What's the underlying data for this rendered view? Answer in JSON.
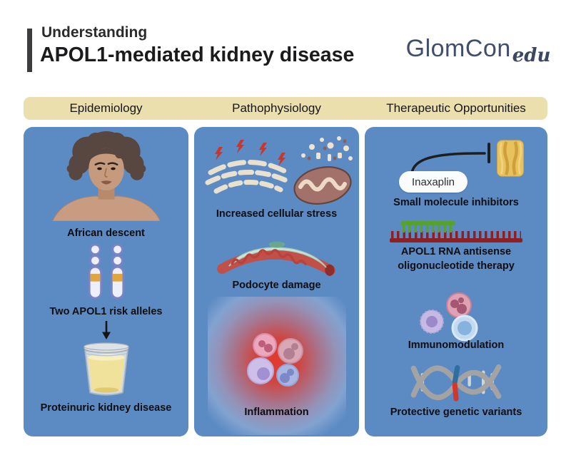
{
  "header": {
    "kicker": "Understanding",
    "title": "APOL1-mediated kidney disease",
    "logo": {
      "brand": "GlomCon",
      "suffix": "edu"
    }
  },
  "columns": [
    {
      "label": "Epidemiology",
      "items": [
        {
          "icon": "woman-portrait",
          "label": "African descent"
        },
        {
          "icon": "chromosome-pair",
          "label": "Two APOL1 risk alleles"
        },
        {
          "icon": "down-arrow",
          "label": ""
        },
        {
          "icon": "urine-sample-cup",
          "label": "Proteinuric kidney disease"
        }
      ]
    },
    {
      "label": "Pathophysiology",
      "items": [
        {
          "icon": "er-stress-and-bursting-mitochondrion",
          "label": "Increased cellular stress"
        },
        {
          "icon": "podocyte-on-capillary",
          "label": "Podocyte damage"
        },
        {
          "icon": "inflammation-glow-with-immune-cells",
          "label": "Inflammation"
        }
      ]
    },
    {
      "label": "Therapeutic Opportunities",
      "items": [
        {
          "icon": "channel-protein-inhibition",
          "label": "Small molecule inhibitors",
          "pill_label": "Inaxaplin"
        },
        {
          "icon": "antisense-oligonucleotide-strand",
          "label": "APOL1 RNA antisense oligonucleotide therapy"
        },
        {
          "icon": "immune-cell-trio",
          "label": "Immunomodulation"
        },
        {
          "icon": "dna-helix-variant",
          "label": "Protective genetic variants"
        }
      ]
    }
  ],
  "colors": {
    "panel_blue": "#5C8BC4",
    "band_cream": "#EBDFAD",
    "title_text": "#1B1B1D",
    "logo_navy": "#404E6B",
    "stress_red": "#CC3528",
    "chromosome_gold": "#DFA63F",
    "urine_yellow": "#F1E29B",
    "aso_dark_red": "#8E2023",
    "aso_green": "#55A32B",
    "channel_gold": "#E8C35D",
    "inflammation_red": "#E23A2C",
    "dna_gray": "#A3A3A3",
    "dna_blue": "#2E6F9E",
    "dna_red": "#CF382C"
  }
}
